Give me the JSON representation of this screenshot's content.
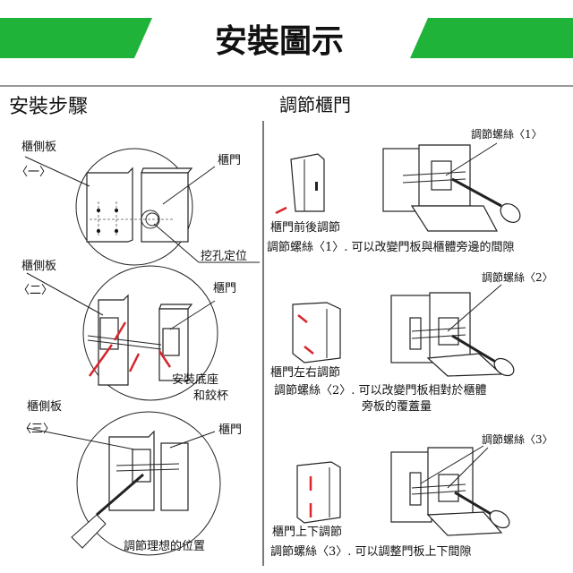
{
  "header": {
    "title": "安裝圖示",
    "banner_color": "#1fb33a"
  },
  "left": {
    "heading": "安裝步驟",
    "step1": {
      "side_panel": "櫃側板",
      "number": "〈一〉",
      "door": "櫃門",
      "note": "挖孔定位"
    },
    "step2": {
      "side_panel": "櫃側板",
      "number": "〈二〉",
      "door": "櫃門",
      "note_line1": "安裝底座",
      "note_line2": "和鉸杯"
    },
    "step3": {
      "side_panel": "櫃側板",
      "number": "〈三〉",
      "door": "櫃門",
      "note": "調節理想的位置"
    }
  },
  "right": {
    "heading": "調節櫃門",
    "adj1": {
      "screw": "調節螺絲〈1〉",
      "caption": "櫃門前後調節",
      "desc": "調節螺絲〈1〉. 可以改變門板與櫃體旁邊的間隙"
    },
    "adj2": {
      "screw": "調節螺絲〈2〉",
      "caption": "櫃門左右調節",
      "desc_line1": "調節螺絲〈2〉. 可以改變門板相對於櫃體",
      "desc_line2": "旁板的覆蓋量"
    },
    "adj3": {
      "screw": "調節螺絲〈3〉",
      "caption": "櫃門上下調節",
      "desc": "調節螺絲〈3〉. 可以調整門板上下間隙"
    }
  }
}
